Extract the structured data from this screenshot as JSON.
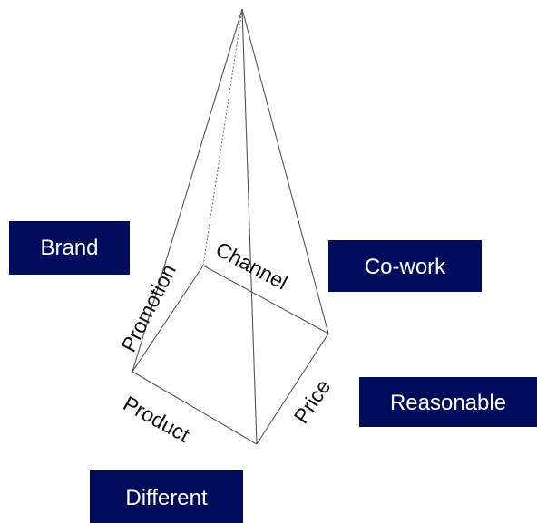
{
  "edge_labels": {
    "promotion": "Promotion",
    "channel": "Channel",
    "product": "Product",
    "price": "Price"
  },
  "boxes": {
    "brand": "Brand",
    "cowork": "Co-work",
    "reasonable": "Reasonable",
    "different": "Different"
  },
  "colors": {
    "box_fill": "#000b5c",
    "box_text": "#ffffff",
    "edge": "#555555",
    "label_text": "#111111"
  }
}
